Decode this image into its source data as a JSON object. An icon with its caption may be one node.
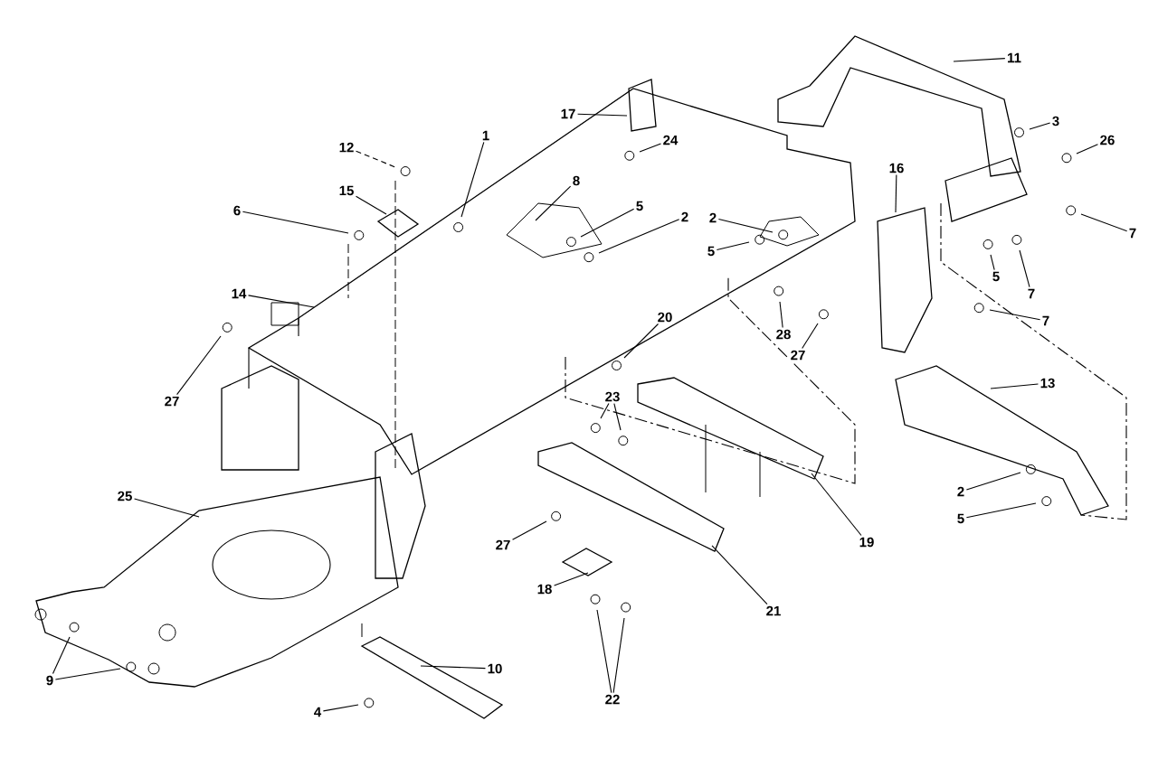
{
  "diagram": {
    "nodes": [
      {
        "text": [
          "11"
        ]
      },
      {
        "text": [
          "17"
        ]
      },
      {
        "text": [
          "3"
        ]
      },
      {
        "text": [
          "1"
        ]
      },
      {
        "text": [
          "26"
        ]
      },
      {
        "text": [
          "24"
        ]
      },
      {
        "text": [
          "12"
        ]
      },
      {
        "text": [
          "16"
        ]
      },
      {
        "text": [
          "8"
        ]
      },
      {
        "text": [
          "15"
        ]
      },
      {
        "text": [
          "5"
        ]
      },
      {
        "text": [
          "6"
        ]
      },
      {
        "text": [
          "2"
        ]
      },
      {
        "text": [
          "2"
        ]
      },
      {
        "text": [
          "7"
        ]
      },
      {
        "text": [
          "5"
        ]
      },
      {
        "text": [
          "5"
        ]
      },
      {
        "text": [
          "7"
        ]
      },
      {
        "text": [
          "14"
        ]
      },
      {
        "text": [
          "20"
        ]
      },
      {
        "text": [
          "7"
        ]
      },
      {
        "text": [
          "28"
        ]
      },
      {
        "text": [
          "27"
        ]
      },
      {
        "text": [
          "13"
        ]
      },
      {
        "text": [
          "23"
        ]
      },
      {
        "text": [
          "27"
        ]
      },
      {
        "text": [
          "25"
        ]
      },
      {
        "text": [
          "2"
        ]
      },
      {
        "text": [
          "5"
        ]
      },
      {
        "text": [
          "19"
        ]
      },
      {
        "text": [
          "27"
        ]
      },
      {
        "text": [
          "18"
        ]
      },
      {
        "text": [
          "21"
        ]
      },
      {
        "text": [
          "10"
        ]
      },
      {
        "text": [
          "9"
        ]
      },
      {
        "text": [
          "22"
        ]
      },
      {
        "text": [
          "4"
        ]
      }
    ],
    "edges": [
      {
        "from": 0,
        "to": null,
        "arrow": "none"
      },
      {
        "from": 1,
        "to": null,
        "arrow": "none"
      },
      {
        "from": 2,
        "to": null,
        "arrow": "none"
      },
      {
        "from": 3,
        "to": null,
        "arrow": "none"
      },
      {
        "from": 4,
        "to": null,
        "arrow": "none"
      },
      {
        "from": 5,
        "to": null,
        "arrow": "none"
      },
      {
        "from": 6,
        "to": null,
        "arrow": "none",
        "style": "dashed"
      },
      {
        "from": 7,
        "to": null,
        "arrow": "none"
      },
      {
        "from": 8,
        "to": null,
        "arrow": "none"
      },
      {
        "from": 9,
        "to": null,
        "arrow": "none"
      },
      {
        "from": 10,
        "to": null,
        "arrow": "none"
      },
      {
        "from": 11,
        "to": null,
        "arrow": "none"
      },
      {
        "from": 12,
        "to": null,
        "arrow": "none"
      },
      {
        "from": 13,
        "to": null,
        "arrow": "none"
      },
      {
        "from": 14,
        "to": null,
        "arrow": "none"
      },
      {
        "from": 15,
        "to": null,
        "arrow": "none"
      },
      {
        "from": 16,
        "to": null,
        "arrow": "none"
      },
      {
        "from": 17,
        "to": null,
        "arrow": "none"
      },
      {
        "from": 18,
        "to": null,
        "arrow": "none"
      },
      {
        "from": 19,
        "to": null,
        "arrow": "none"
      },
      {
        "from": 20,
        "to": null,
        "arrow": "none"
      },
      {
        "from": 21,
        "to": null,
        "arrow": "none"
      },
      {
        "from": 22,
        "to": null,
        "arrow": "none"
      },
      {
        "from": 23,
        "to": null,
        "arrow": "none"
      },
      {
        "from": 24,
        "to": null,
        "arrow": "none"
      },
      {
        "from": 24,
        "to": null,
        "arrow": "none"
      },
      {
        "from": 25,
        "to": null,
        "arrow": "none"
      },
      {
        "from": 26,
        "to": null,
        "arrow": "none"
      },
      {
        "from": 27,
        "to": null,
        "arrow": "none"
      },
      {
        "from": 28,
        "to": null,
        "arrow": "none"
      },
      {
        "from": 29,
        "to": null,
        "arrow": "none"
      },
      {
        "from": 30,
        "to": null,
        "arrow": "none"
      },
      {
        "from": 31,
        "to": null,
        "arrow": "none"
      },
      {
        "from": 32,
        "to": null,
        "arrow": "none"
      },
      {
        "from": 33,
        "to": null,
        "arrow": "none"
      },
      {
        "from": 34,
        "to": null,
        "arrow": "none"
      },
      {
        "from": 34,
        "to": null,
        "arrow": "none"
      },
      {
        "from": 35,
        "to": null,
        "arrow": "none"
      },
      {
        "from": 35,
        "to": null,
        "arrow": "none"
      },
      {
        "from": 36,
        "to": null,
        "arrow": "none"
      }
    ]
  }
}
